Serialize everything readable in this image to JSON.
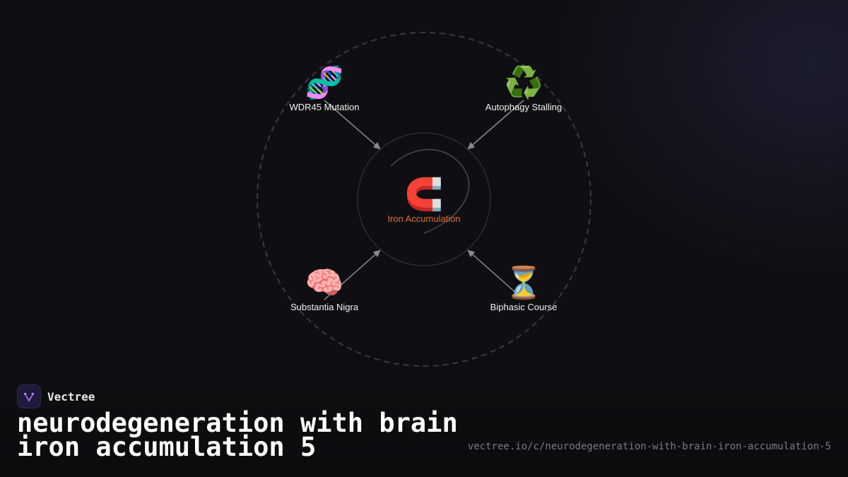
{
  "diagram": {
    "center": {
      "icon": "magnet-icon",
      "emoji": "🧲",
      "label": "Iron Accumulation",
      "label_color": "#e0702a"
    },
    "nodes": [
      {
        "icon": "dna-icon",
        "emoji": "🧬",
        "label": "WDR45 Mutation"
      },
      {
        "icon": "recycle-icon",
        "emoji": "♻️",
        "label": "Autophagy Stalling"
      },
      {
        "icon": "brain-icon",
        "emoji": "🧠",
        "label": "Substantia Nigra"
      },
      {
        "icon": "hourglass-icon",
        "emoji": "⏳",
        "label": "Biphasic Course"
      }
    ]
  },
  "brand": {
    "name": "Vectree",
    "logo_icon": "vectree-logo-icon",
    "accent": "#a855f7"
  },
  "title": "neurodegeneration with brain iron accumulation 5",
  "url": "vectree.io/c/neurodegeneration-with-brain-iron-accumulation-5"
}
